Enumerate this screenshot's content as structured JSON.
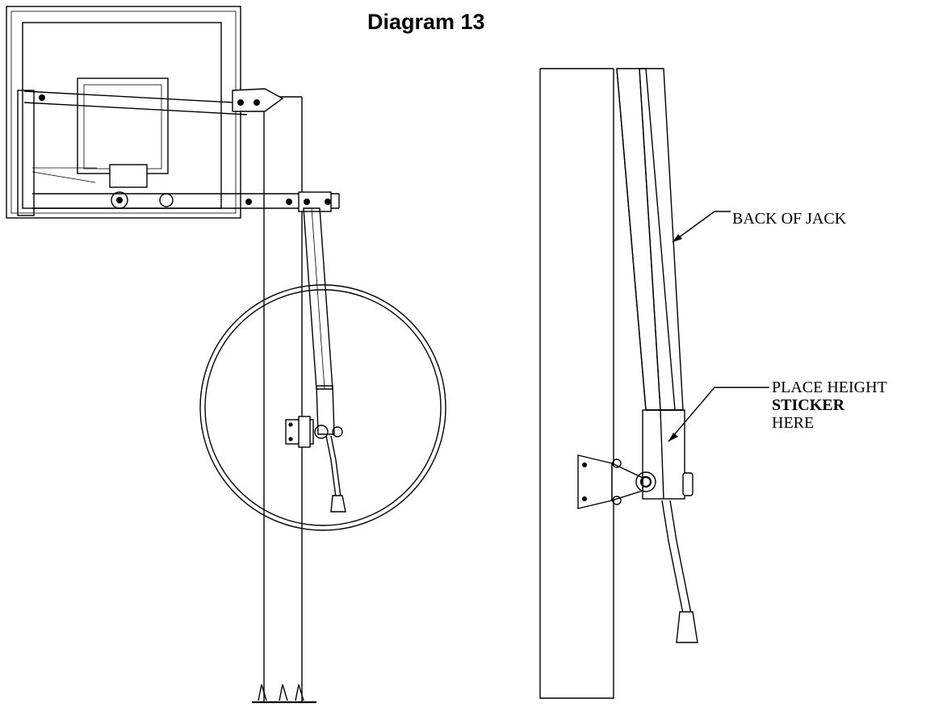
{
  "diagram": {
    "title": "Diagram 13",
    "callouts": {
      "back_of_jack": "BACK OF JACK",
      "place_height_line1": "PLACE HEIGHT",
      "place_height_line2": "STICKER",
      "place_height_line3": "HERE"
    }
  }
}
